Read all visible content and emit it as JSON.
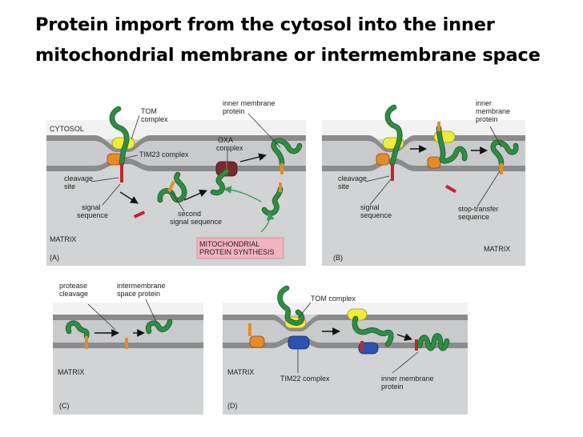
{
  "title": "Protein import from the cytosol into the inner mitochondrial membrane or intermembrane space",
  "panel_a": {
    "tag": "(A)",
    "cytosol": "CYTOSOL",
    "matrix": "MATRIX",
    "tom_l1": "TOM",
    "tom_l2": "complex",
    "imp_l1": "inner membrane",
    "imp_l2": "protein",
    "tim23": "TIM23 complex",
    "oxa_l1": "OXA",
    "oxa_l2": "complex",
    "cleavage_l1": "cleavage",
    "cleavage_l2": "site",
    "signal_l1": "signal",
    "signal_l2": "sequence",
    "second_l1": "second",
    "second_l2": "signal sequence",
    "synth_l1": "MITOCHONDRIAL",
    "synth_l2": "PROTEIN SYNTHESIS"
  },
  "panel_b": {
    "tag": "(B)",
    "matrix": "MATRIX",
    "imp_l1": "inner",
    "imp_l2": "membrane",
    "imp_l3": "protein",
    "cleavage_l1": "cleavage",
    "cleavage_l2": "site",
    "signal_l1": "signal",
    "signal_l2": "sequence",
    "stop_l1": "stop-transfer",
    "stop_l2": "sequence"
  },
  "panel_c": {
    "tag": "(C)",
    "matrix": "MATRIX",
    "protease_l1": "protease",
    "protease_l2": "cleavage",
    "ims_l1": "intermembrane",
    "ims_l2": "space protein"
  },
  "panel_d": {
    "tag": "(D)",
    "matrix": "MATRIX",
    "tom": "TOM complex",
    "tim22": "TIM22 complex",
    "imp_l1": "inner membrane",
    "imp_l2": "protein"
  },
  "colors": {
    "chain": "#2f8d43",
    "tom": "#f1ec3a",
    "tim23": "#e88a2a",
    "tim22": "#2d52b0",
    "oxa": "#7a2a2a",
    "signal": "#c0282e",
    "synthesis_box": "#f3b3bf"
  }
}
